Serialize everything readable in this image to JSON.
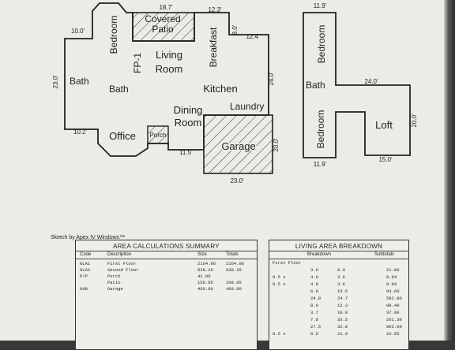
{
  "floor_plan": {
    "rooms": {
      "bedroom_main": "Bedroom",
      "covered_patio_line1": "Covered",
      "covered_patio_line2": "Patio",
      "fp1": "FP-1",
      "living_line1": "Living",
      "living_line2": "Room",
      "breakfast": "Breakfast",
      "bath_left": "Bath",
      "bath_center": "Bath",
      "kitchen": "Kitchen",
      "laundry": "Laundry",
      "dining_line1": "Dining",
      "dining_line2": "Room",
      "office": "Office",
      "porch": "Porch",
      "garage": "Garage"
    },
    "dimensions": {
      "d_10_0": "10.0'",
      "d_18_7": "18.7'",
      "d_12_3": "12.3'",
      "d_8_0": "8.0'",
      "d_12_4": "12.4'",
      "d_23_0_left": "23.0'",
      "d_24_0": "24.0'",
      "d_10_2": "10.2'",
      "d_11_5": "11.5'",
      "d_20_0": "20.0'",
      "d_23_0_bottom": "23.0'"
    }
  },
  "second_floor": {
    "rooms": {
      "bedroom_top": "Bedroom",
      "bath": "Bath",
      "bedroom_bottom": "Bedroom",
      "loft": "Loft"
    },
    "dimensions": {
      "d_11_9_top": "11.9'",
      "d_24_0": "24.0'",
      "d_20_0": "20.0'",
      "d_15_0": "15.0'",
      "d_11_9_bottom": "11.9'"
    }
  },
  "sketch_credit": "Sketch by Apex IV Windows™",
  "area_summary": {
    "title": "AREA CALCULATIONS SUMMARY",
    "headers": {
      "code": "Code",
      "description": "Description",
      "size": "Size",
      "totals": "Totals"
    },
    "rows": [
      {
        "code": "GLA1",
        "description": "First Floor",
        "size": "2164.96",
        "total": "2164.96"
      },
      {
        "code": "GLA2",
        "description": "Second Floor",
        "size": "938.29",
        "total": "938.29"
      },
      {
        "code": "P/P",
        "description": "Porch",
        "size": "42.00",
        "total": ""
      },
      {
        "code": "",
        "description": "Patio",
        "size": "158.95",
        "total": "200.95"
      },
      {
        "code": "GAR",
        "description": "Garage",
        "size": "460.00",
        "total": "460.00"
      }
    ]
  },
  "living_breakdown": {
    "title": "LIVING AREA BREAKDOWN",
    "headers": {
      "breakdown": "Breakdown",
      "subtotals": "Subtotals"
    },
    "section": "First Floor",
    "rows": [
      {
        "mult": "",
        "a": "3.6",
        "b": "6.0",
        "sub": "21.60"
      },
      {
        "mult": "0.5 x",
        "a": "4.8",
        "b": "3.6",
        "sub": "8.64"
      },
      {
        "mult": "0.5 x",
        "a": "4.8",
        "b": "3.6",
        "sub": "8.64"
      },
      {
        "mult": "",
        "a": "6.0",
        "b": "15.6",
        "sub": "93.60"
      },
      {
        "mult": "",
        "a": "24.0",
        "b": "24.7",
        "sub": "592.80"
      },
      {
        "mult": "",
        "a": "8.0",
        "b": "12.3",
        "sub": "98.40"
      },
      {
        "mult": "",
        "a": "3.7",
        "b": "10.0",
        "sub": "37.00"
      },
      {
        "mult": "",
        "a": "7.8",
        "b": "33.5",
        "sub": "261.30"
      },
      {
        "mult": "",
        "a": "27.5",
        "b": "32.8",
        "sub": "902.00"
      },
      {
        "mult": "0.5 x",
        "a": "0.5",
        "b": "21.9",
        "sub": "10.95"
      }
    ]
  }
}
